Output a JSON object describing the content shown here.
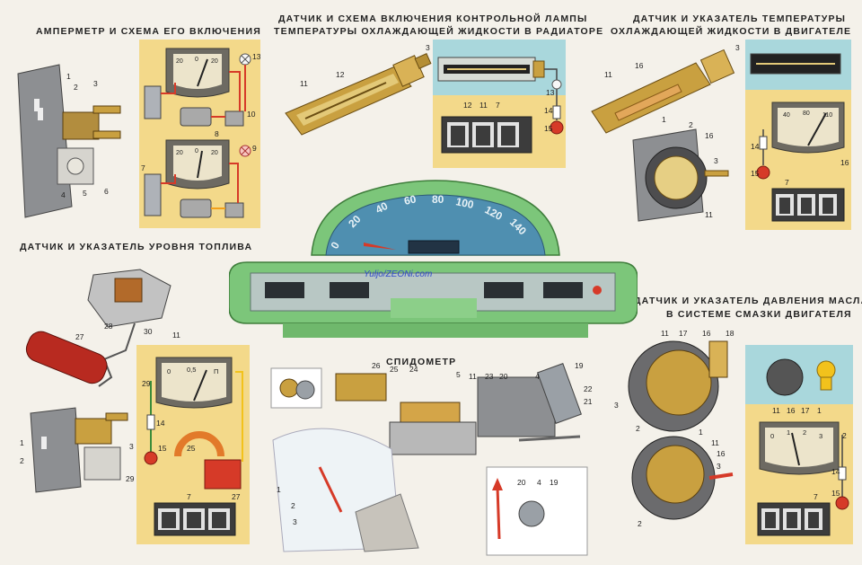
{
  "titles": {
    "ammeter": "АМПЕРМЕТР И СХЕМА ЕГО ВКЛЮЧЕНИЯ",
    "lamp_line1": "ДАТЧИК И СХЕМА ВКЛЮЧЕНИЯ КОНТРОЛЬНОЙ ЛАМПЫ",
    "lamp_line2": "ТЕМПЕРАТУРЫ ОХЛАЖДАЮЩЕЙ ЖИДКОСТИ В РАДИАТОРЕ",
    "temp_line1": "ДАТЧИК И УКАЗАТЕЛЬ ТЕМПЕРАТУРЫ",
    "temp_line2": "ОХЛАЖДАЮЩЕЙ ЖИДКОСТИ В ДВИГАТЕЛЕ",
    "fuel": "ДАТЧИК И УКАЗАТЕЛЬ УРОВНЯ ТОПЛИВА",
    "oil_line1": "ДАТЧИК И УКАЗАТЕЛЬ ДАВЛЕНИЯ МАСЛА",
    "oil_line2": "В СИСТЕМЕ СМАЗКИ ДВИГАТЕЛЯ",
    "speedometer": "СПИДОМЕТР"
  },
  "speedo_scale": [
    "0",
    "20",
    "40",
    "60",
    "80",
    "100",
    "120",
    "140"
  ],
  "ammeter_gauge_scale": [
    "20",
    "0",
    "20"
  ],
  "temp_gauge_scale": [
    "40",
    "80",
    "110"
  ],
  "fuel_gauge_scale": [
    "0",
    "0,5",
    "П"
  ],
  "oil_gauge_scale": [
    "0",
    "1",
    "2",
    "3"
  ],
  "watermark": "Yuljo/ZEONi.com",
  "callouts": {
    "ammeter": [
      "1",
      "2",
      "3",
      "4",
      "5",
      "6",
      "13",
      "10",
      "8",
      "9",
      "7"
    ],
    "lamp": [
      "11",
      "12",
      "3",
      "12",
      "11",
      "7",
      "13",
      "14",
      "15"
    ],
    "temp": [
      "11",
      "16",
      "3",
      "1",
      "16",
      "3",
      "11",
      "2",
      "40",
      "80",
      "110",
      "14",
      "15",
      "16",
      "7"
    ],
    "fuel": [
      "28",
      "27",
      "30",
      "11",
      "1",
      "2",
      "3",
      "29",
      "14",
      "15",
      "25",
      "7",
      "27",
      "29"
    ],
    "speedo": [
      "26",
      "25",
      "24",
      "5",
      "11",
      "23",
      "20",
      "4",
      "19",
      "22",
      "21",
      "1",
      "2",
      "3",
      "20",
      "4",
      "19"
    ],
    "oil": [
      "11",
      "17",
      "16",
      "18",
      "3",
      "2",
      "1",
      "11",
      "16",
      "3",
      "2",
      "11",
      "16",
      "17",
      "1",
      "2",
      "14",
      "15",
      "7"
    ]
  },
  "colors": {
    "panel_yellow": "#f3d98a",
    "dash_green": "#7cc67a",
    "dial_blue": "#4f8fb0",
    "wire_red": "#d63a28",
    "body_brass": "#c9a040"
  }
}
